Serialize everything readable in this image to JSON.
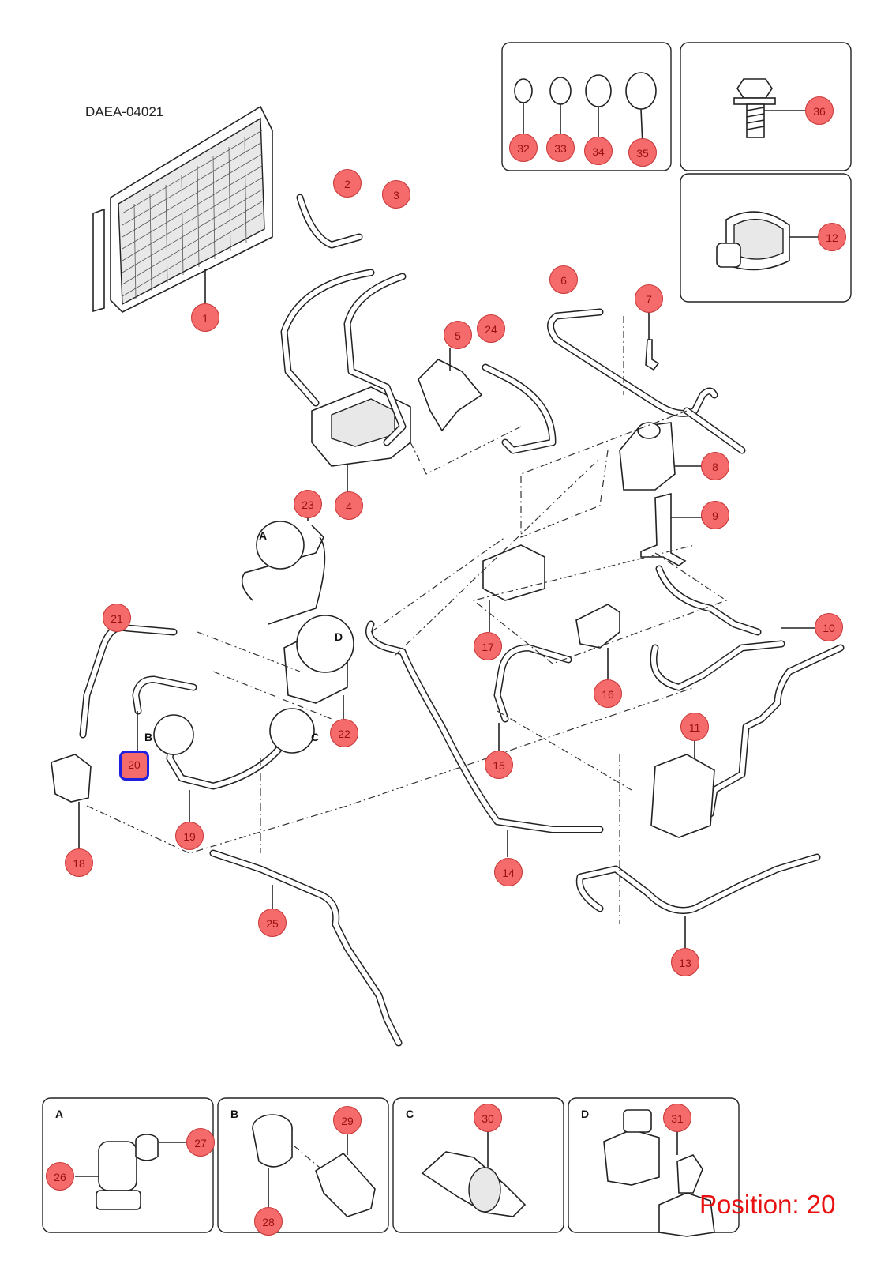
{
  "document_id": "DAEA-04021",
  "status_text": "Position: 20",
  "selected_position": "20",
  "colors": {
    "callout_fill": "#f56a6a",
    "callout_border": "#c73535",
    "selection_border": "#1f1fe0",
    "status_text": "#e81010"
  },
  "detail_views": [
    {
      "letter": "A",
      "callouts": [
        "26",
        "27"
      ]
    },
    {
      "letter": "B",
      "callouts": [
        "28",
        "29"
      ]
    },
    {
      "letter": "C",
      "callouts": [
        "30"
      ]
    },
    {
      "letter": "D",
      "callouts": [
        "31"
      ]
    }
  ],
  "callouts": [
    "1",
    "2",
    "3",
    "4",
    "5",
    "6",
    "7",
    "8",
    "9",
    "10",
    "11",
    "12",
    "13",
    "14",
    "15",
    "16",
    "17",
    "18",
    "19",
    "20",
    "21",
    "22",
    "23",
    "24",
    "25",
    "26",
    "27",
    "28",
    "29",
    "30",
    "31",
    "32",
    "33",
    "34",
    "35",
    "36"
  ]
}
